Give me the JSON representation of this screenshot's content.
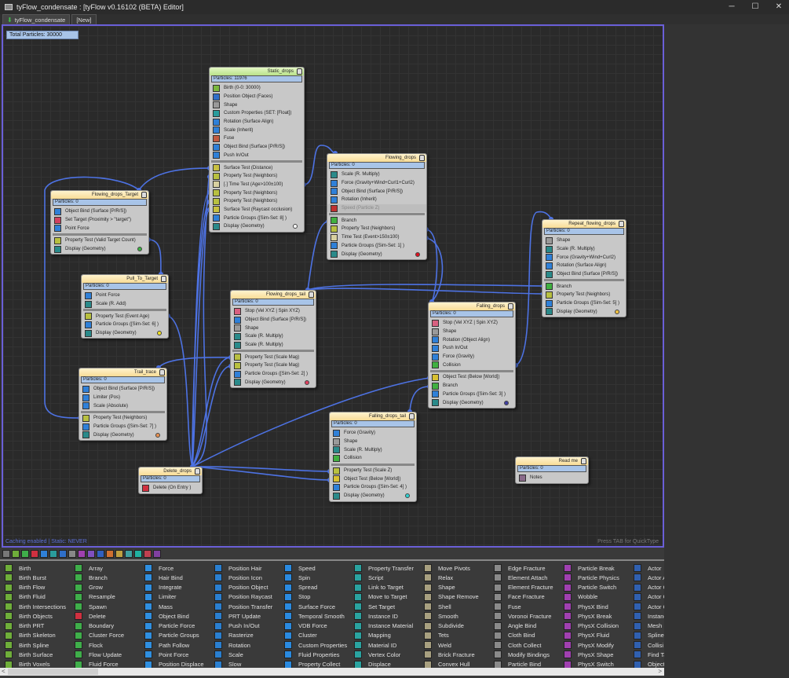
{
  "window": {
    "title": "tyFlow_condensate : [tyFlow v0.16102 (BETA) Editor]",
    "minimize": "─",
    "maximize": "☐",
    "close": "✕"
  },
  "tabs": [
    {
      "label": "tyFlow_condensate"
    },
    {
      "label": "[New]"
    }
  ],
  "canvas": {
    "total": "Total Particles: 30000",
    "caching": "Caching enabled | Static: NEVER",
    "quicktype": "Press TAB for QuickType",
    "wire_color": "#4d72e3"
  },
  "nodes": [
    {
      "id": "static-drops",
      "title": "Static_drops",
      "particles": "Particles: 11976",
      "active": true,
      "ops": [
        {
          "t": "Birth (0-0: 30000)",
          "c": "#7bb83e"
        },
        {
          "t": "Position Object (Faces)",
          "c": "#2f6fc8"
        },
        {
          "t": "Shape",
          "c": "#9a9a9a"
        },
        {
          "t": "Custom Properties (SET: [Float])",
          "c": "#2a9c9c"
        },
        {
          "t": "Rotation (Surface Align)",
          "c": "#2f80d8"
        },
        {
          "t": "Scale (Inherit)",
          "c": "#2f80d8"
        },
        {
          "t": "Fuse",
          "c": "#c05a40"
        },
        {
          "t": "Object Bind (Surface [P/R/S])",
          "c": "#2f80d8"
        },
        {
          "t": "Push In/Out",
          "c": "#2f80d8"
        }
      ],
      "tests": [
        {
          "t": "Surface Test (Distance)",
          "c": "#c8c040"
        },
        {
          "t": "Property Test (Neighbors)",
          "c": "#b8c040"
        },
        {
          "t": "[.] Time Test (Age>100±100)",
          "c": "#d8d0a0"
        },
        {
          "t": "Property Test (Neighbors)",
          "c": "#b8c040"
        },
        {
          "t": "Property Test (Neighbors)",
          "c": "#b8c040"
        },
        {
          "t": "Surface Test (Raycast occlusion)",
          "c": "#c8c040"
        },
        {
          "t": "Particle Groups ([Sim-Set: 8] )",
          "c": "#2f80d8"
        },
        {
          "t": "Display (Geometry)",
          "c": "#2a8a8a"
        }
      ],
      "display_color": "#ffffff"
    },
    {
      "id": "flowing-drops-target",
      "title": "Flowing_drops_Target",
      "particles": "Particles: 0",
      "ops": [
        {
          "t": "Object Bind (Surface [P/R/S])",
          "c": "#2f80d8"
        },
        {
          "t": "Set Target (Proximity > \"target\")",
          "c": "#d04060"
        },
        {
          "t": "Point Force",
          "c": "#2f80d8"
        }
      ],
      "tests": [
        {
          "t": "Property Test (Valid Target Count)",
          "c": "#b8c040"
        },
        {
          "t": "Display (Geometry)",
          "c": "#2a8a8a"
        }
      ],
      "display_color": "#3cb043"
    },
    {
      "id": "pull-to-target",
      "title": "Pull_To_Target",
      "particles": "Particles: 0",
      "ops": [
        {
          "t": "Point Force",
          "c": "#2f80d8"
        },
        {
          "t": "Scale (R. Add)",
          "c": "#2a8a8a"
        }
      ],
      "tests": [
        {
          "t": "Property Test (Event Age)",
          "c": "#b8c040"
        },
        {
          "t": "Particle Groups ([Sim-Set: 6] )",
          "c": "#2f80d8"
        },
        {
          "t": "Display (Geometry)",
          "c": "#2a8a8a"
        }
      ],
      "display_color": "#f0e020"
    },
    {
      "id": "trail-trace",
      "title": "Trail_trace",
      "particles": "Particles: 0",
      "ops": [
        {
          "t": "Object Bind (Surface [P/R/S])",
          "c": "#2f80d8"
        },
        {
          "t": "Limiter (Pos)",
          "c": "#2f80d8"
        },
        {
          "t": "Scale (Absolute)",
          "c": "#2f80d8"
        }
      ],
      "tests": [
        {
          "t": "Property Test (Neighbors)",
          "c": "#b8c040"
        },
        {
          "t": "Particle Groups ([Sim-Set: 7] )",
          "c": "#2f80d8"
        },
        {
          "t": "Display (Geometry)",
          "c": "#2a8a8a"
        }
      ],
      "display_color": "#e89050"
    },
    {
      "id": "delete-drops",
      "title": "Delete_drops",
      "particles": "Particles: 0",
      "ops": [
        {
          "t": "Delete (On Entry )",
          "c": "#d03040"
        }
      ],
      "tests": [],
      "display_color": ""
    },
    {
      "id": "flowing-drops-tail",
      "title": "Flowing_drops_tail",
      "particles": "Particles: 0",
      "ops": [
        {
          "t": "Stop (Vel XYZ | Spin XYZ)",
          "c": "#d86080"
        },
        {
          "t": "Object Bind (Surface [P/R/S])",
          "c": "#2f80d8"
        },
        {
          "t": "Shape",
          "c": "#9a9a9a"
        },
        {
          "t": "Scale (R. Multiply)",
          "c": "#2a8a8a"
        },
        {
          "t": "Scale (R. Multiply)",
          "c": "#2a8a8a"
        }
      ],
      "tests": [
        {
          "t": "Property Test (Scale Mag)",
          "c": "#b8c040"
        },
        {
          "t": "Property Test (Scale Mag)",
          "c": "#b8c040"
        },
        {
          "t": "Particle Groups ([Sim-Set: 2] )",
          "c": "#2f80d8"
        },
        {
          "t": "Display (Geometry)",
          "c": "#2a8a8a"
        }
      ],
      "display_color": "#e04060"
    },
    {
      "id": "flowing-drops",
      "title": "Flowing_drops",
      "particles": "Particles: 0",
      "ops": [
        {
          "t": "Scale (R. Multiply)",
          "c": "#2a8a8a"
        },
        {
          "t": "Force (Gravity+Wind+Curl1+Curl2)",
          "c": "#2f80d8"
        },
        {
          "t": "Object Bind (Surface [P/R/S])",
          "c": "#2f80d8"
        },
        {
          "t": "Rotation (Inherit)",
          "c": "#2f80d8"
        },
        {
          "t": "Speed (Particle Z)",
          "c": "#c03030",
          "disabled": true
        }
      ],
      "tests": [
        {
          "t": "Branch",
          "c": "#40b040"
        },
        {
          "t": "Property Test (Neighbors)",
          "c": "#b8c040"
        },
        {
          "t": "Time Test (Event>150±100)",
          "c": "#d8d0a0"
        },
        {
          "t": "Particle Groups ([Sim-Set: 1] )",
          "c": "#2f80d8"
        },
        {
          "t": "Display (Geometry)",
          "c": "#2a8a8a"
        }
      ],
      "display_color": "#e01020"
    },
    {
      "id": "falling-drops",
      "title": "Falling_drops",
      "particles": "Particles: 0",
      "ops": [
        {
          "t": "Stop (Vel XYZ | Spin XYZ)",
          "c": "#d86080"
        },
        {
          "t": "Shape",
          "c": "#9a9a9a"
        },
        {
          "t": "Rotation (Object Align)",
          "c": "#2f80d8"
        },
        {
          "t": "Push In/Out",
          "c": "#2f80d8"
        },
        {
          "t": "Force (Gravity)",
          "c": "#2f80d8"
        },
        {
          "t": "Collision",
          "c": "#40b040"
        }
      ],
      "tests": [
        {
          "t": "Object Test (Below [World])",
          "c": "#d8c030"
        },
        {
          "t": "Branch",
          "c": "#40b040"
        },
        {
          "t": "Particle Groups ([Sim-Set: 3] )",
          "c": "#2f80d8"
        },
        {
          "t": "Display (Geometry)",
          "c": "#2a8a8a"
        }
      ],
      "display_color": "#4040a0"
    },
    {
      "id": "falling-drops-tail",
      "title": "Falling_drops_tail",
      "particles": "Particles: 0",
      "ops": [
        {
          "t": "Force (Gravity)",
          "c": "#2f80d8"
        },
        {
          "t": "Shape",
          "c": "#9a9a9a"
        },
        {
          "t": "Scale (R. Multiply)",
          "c": "#2a8a8a"
        },
        {
          "t": "Collision",
          "c": "#40b040"
        }
      ],
      "tests": [
        {
          "t": "Property Test (Scale Z)",
          "c": "#b8c040"
        },
        {
          "t": "Object Test (Below [World])",
          "c": "#d8c030"
        },
        {
          "t": "Particle Groups ([Sim-Set: 4] )",
          "c": "#2f80d8"
        },
        {
          "t": "Display (Geometry)",
          "c": "#2a8a8a"
        }
      ],
      "display_color": "#30d0d0"
    },
    {
      "id": "repeat-flowing-drops",
      "title": "Repeat_flowing_drops",
      "particles": "Particles: 0",
      "ops": [
        {
          "t": "Shape",
          "c": "#9a9a9a"
        },
        {
          "t": "Scale (R. Multiply)",
          "c": "#2a8a8a"
        },
        {
          "t": "Force (Gravity+Wind+Curl2)",
          "c": "#2f80d8"
        },
        {
          "t": "Rotation (Surface Align)",
          "c": "#2f80d8"
        },
        {
          "t": "Object Bind (Surface [P/R/S])",
          "c": "#2a8a8a"
        }
      ],
      "tests": [
        {
          "t": "Branch",
          "c": "#40b040"
        },
        {
          "t": "Property Test (Neighbors)",
          "c": "#b8c040"
        },
        {
          "t": "Particle Groups ([Sim-Set: 5] )",
          "c": "#2f80d8"
        },
        {
          "t": "Display (Geometry)",
          "c": "#2a8a8a"
        }
      ],
      "display_color": "#f0c040"
    },
    {
      "id": "read-me",
      "title": "Read me",
      "particles": "Particles: 0",
      "ops": [
        {
          "t": "Notes",
          "c": "#8a6a8a"
        }
      ],
      "tests": [],
      "display_color": ""
    }
  ],
  "palette_tabs": [
    "#777",
    "#6fae3a",
    "#3fae4a",
    "#d03040",
    "#2f80d8",
    "#2a9c9c",
    "#2f6fc8",
    "#888",
    "#a040b0",
    "#8050c0",
    "#3060c0",
    "#d07030",
    "#c0a040",
    "#40a0a0",
    "#20b0a0",
    "#c04050",
    "#8040a0"
  ],
  "operators": [
    {
      "c": "#6fae3a",
      "items": [
        "Birth",
        "Birth Burst",
        "Birth Flow",
        "Birth Fluid",
        "Birth Intersections",
        "Birth Objects",
        "Birth PRT",
        "Birth Skeleton",
        "Birth Spline",
        "Birth Surface",
        "Birth Voxels"
      ]
    },
    {
      "c": "#3fae4a",
      "items": [
        "Array",
        "Branch",
        "Grow",
        "Resample",
        "Spawn",
        "Delete",
        "Boundary",
        "Cluster Force",
        "Flock",
        "Flow Update",
        "Fluid Force"
      ]
    },
    {
      "c": "#2f8fe0",
      "items": [
        "Force",
        "Hair Bind",
        "Integrate",
        "Limiter",
        "Mass",
        "Object Bind",
        "Particle Force",
        "Particle Groups",
        "Path Follow",
        "Point Force",
        "Position Displace"
      ]
    },
    {
      "c": "#2a7fd0",
      "items": [
        "Position Hair",
        "Position Icon",
        "Position Object",
        "Position Raycast",
        "Position Transfer",
        "PRT Update",
        "Push In/Out",
        "Rasterize",
        "Rotation",
        "Scale",
        "Slow"
      ]
    },
    {
      "c": "#2a8ae0",
      "items": [
        "Speed",
        "Spin",
        "Spread",
        "Stop",
        "Surface Force",
        "Temporal Smooth",
        "VDB Force",
        "Cluster",
        "Custom Properties",
        "Fluid Properties",
        "Property Collect"
      ]
    },
    {
      "c": "#2aa3a0",
      "items": [
        "Property Transfer",
        "Script",
        "Link to Target",
        "Move to Target",
        "Set Target",
        "Instance ID",
        "Instance Material",
        "Mapping",
        "Material ID",
        "Vertex Color",
        "Displace"
      ]
    },
    {
      "c": "#a8a080",
      "items": [
        "Move Pivots",
        "Relax",
        "Shape",
        "Shape Remove",
        "Shell",
        "Smooth",
        "Subdivide",
        "Tets",
        "Weld",
        "Brick Fracture",
        "Convex Hull"
      ]
    },
    {
      "c": "#8a8a8a",
      "items": [
        "Edge Fracture",
        "Element Attach",
        "Element Fracture",
        "Face Fracture",
        "Fuse",
        "Voronoi Fracture",
        "Angle Bind",
        "Cloth Bind",
        "Cloth Collect",
        "Modify Bindings",
        "Particle Bind"
      ]
    },
    {
      "c": "#a040b0",
      "items": [
        "Particle Break",
        "Particle Physics",
        "Particle Switch",
        "Wobble",
        "PhysX Bind",
        "PhysX Break",
        "PhysX Collision",
        "PhysX Fluid",
        "PhysX Modify",
        "PhysX Shape",
        "PhysX Switch"
      ]
    },
    {
      "c": "#3060b0",
      "items": [
        "Actor",
        "Actor A",
        "Actor C",
        "Actor C",
        "Actor C",
        "Instanc",
        "Mesh",
        "Spline",
        "Collisi",
        "Find Ta",
        "Object"
      ]
    }
  ],
  "scroll": {
    "left": "<",
    "right": ">"
  }
}
